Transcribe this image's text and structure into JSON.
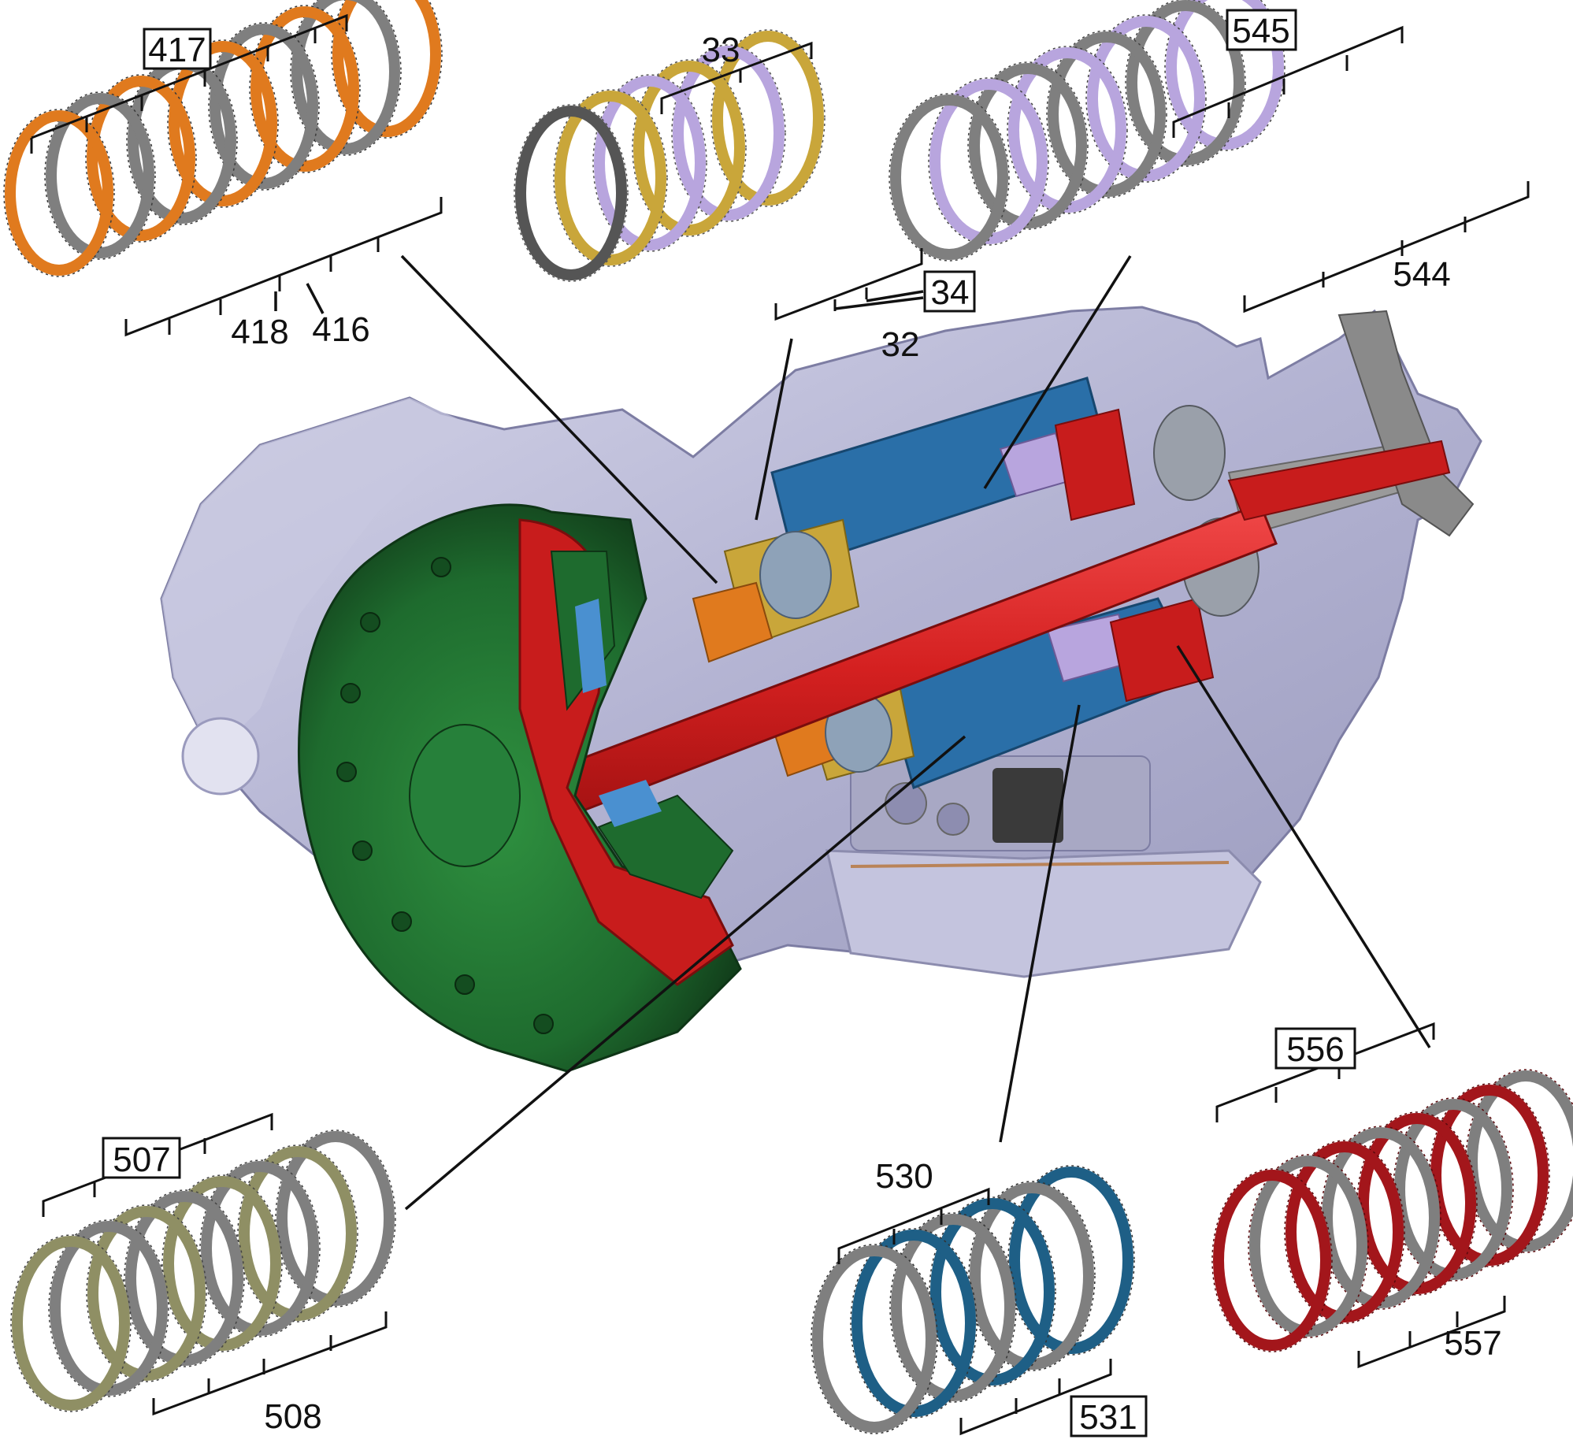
{
  "colors": {
    "case": "#b9b9d6",
    "case_dark": "#8d8db0",
    "converter": "#1e6b2e",
    "shaft": "#d42020",
    "clutch_blue": "#2a6fa8",
    "orange": "#e07a1e",
    "gold": "#c9a63a",
    "lavender": "#b8a5de",
    "steel": "#7f7f7f",
    "maroon": "#a3161b",
    "olive": "#8f8f64",
    "teal_blue": "#1e5f86"
  },
  "packs": {
    "p417": {
      "labels": {
        "boxed": "417",
        "a": "418",
        "b": "416"
      }
    },
    "p33": {
      "labels": {
        "top": "33",
        "boxed": "34",
        "bottom": "32"
      }
    },
    "p545": {
      "labels": {
        "boxed": "545",
        "bottom": "544"
      }
    },
    "p507": {
      "labels": {
        "boxed": "507",
        "bottom": "508"
      }
    },
    "p530": {
      "labels": {
        "top": "530",
        "boxed": "531"
      }
    },
    "p556": {
      "labels": {
        "boxed": "556",
        "bottom": "557"
      }
    }
  }
}
